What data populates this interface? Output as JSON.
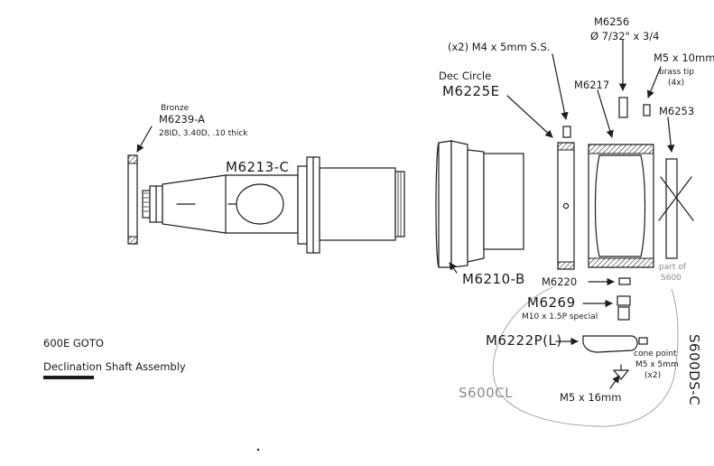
{
  "title": "600E GOTO",
  "subtitle": "Declination Shaft Assembly",
  "assembly_code": "S600DS-C",
  "group_code": "S600CL",
  "parts": {
    "bronze": {
      "material": "Bronze",
      "part": "M6239-A",
      "spec": "28ID, 3.40D, .10 thick"
    },
    "shaft": {
      "part": "M6213-C"
    },
    "housing": {
      "part": "M6210-B"
    },
    "dec_circle": {
      "label": "Dec Circle",
      "part": "M6225E"
    },
    "setscrew": {
      "spec": "(x2) M4 x 5mm S.S."
    },
    "pin": {
      "part": "M6256",
      "spec": "Ø 7/32\" x 3/4"
    },
    "bearing_ring": {
      "part": "M6217"
    },
    "bolt_tip": {
      "spec": "M5 x 10mm",
      "note": "brass tip",
      "qty": "(4x)"
    },
    "ring_cut": {
      "part": "M6253",
      "note_a": "part of",
      "note_b": "S600"
    },
    "plug": {
      "part": "M6220"
    },
    "special_bolt": {
      "part": "M6269",
      "spec": "M10 x 1.5P special"
    },
    "lever": {
      "part": "M6222P(L)"
    },
    "cone_point": {
      "label": "cone point",
      "spec": "M5 x 5mm",
      "qty": "(x2)"
    },
    "screw": {
      "spec": "M5 x 16mm"
    }
  }
}
